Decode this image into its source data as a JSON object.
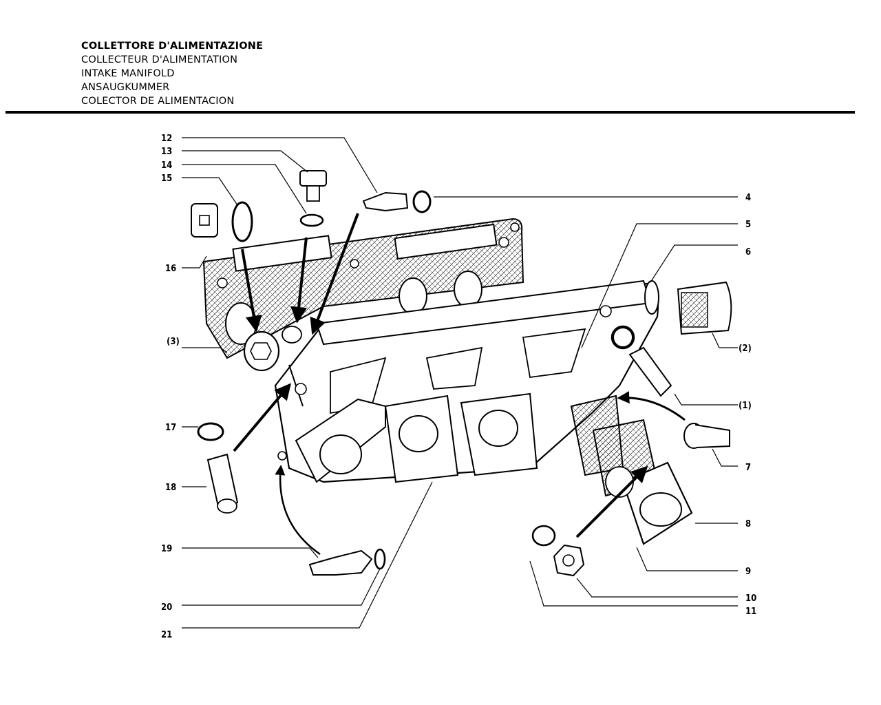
{
  "header": {
    "titles": [
      "COLLETTORE D'ALIMENTAZIONE",
      "COLLECTEUR D'ALIMENTATION",
      "INTAKE MANIFOLD",
      "ANSAUGKUMMER",
      "COLECTOR DE ALIMENTACION"
    ]
  },
  "callouts": {
    "c12": "12",
    "c13": "13",
    "c14": "14",
    "c15": "15",
    "c16": "16",
    "c3": "(3)",
    "c17": "17",
    "c18": "18",
    "c19": "19",
    "c20": "20",
    "c21": "21",
    "c4": "4",
    "c5": "5",
    "c6": "6",
    "c2": "(2)",
    "c1": "(1)",
    "c7": "7",
    "c8": "8",
    "c9": "9",
    "c10": "10",
    "c11": "11"
  }
}
